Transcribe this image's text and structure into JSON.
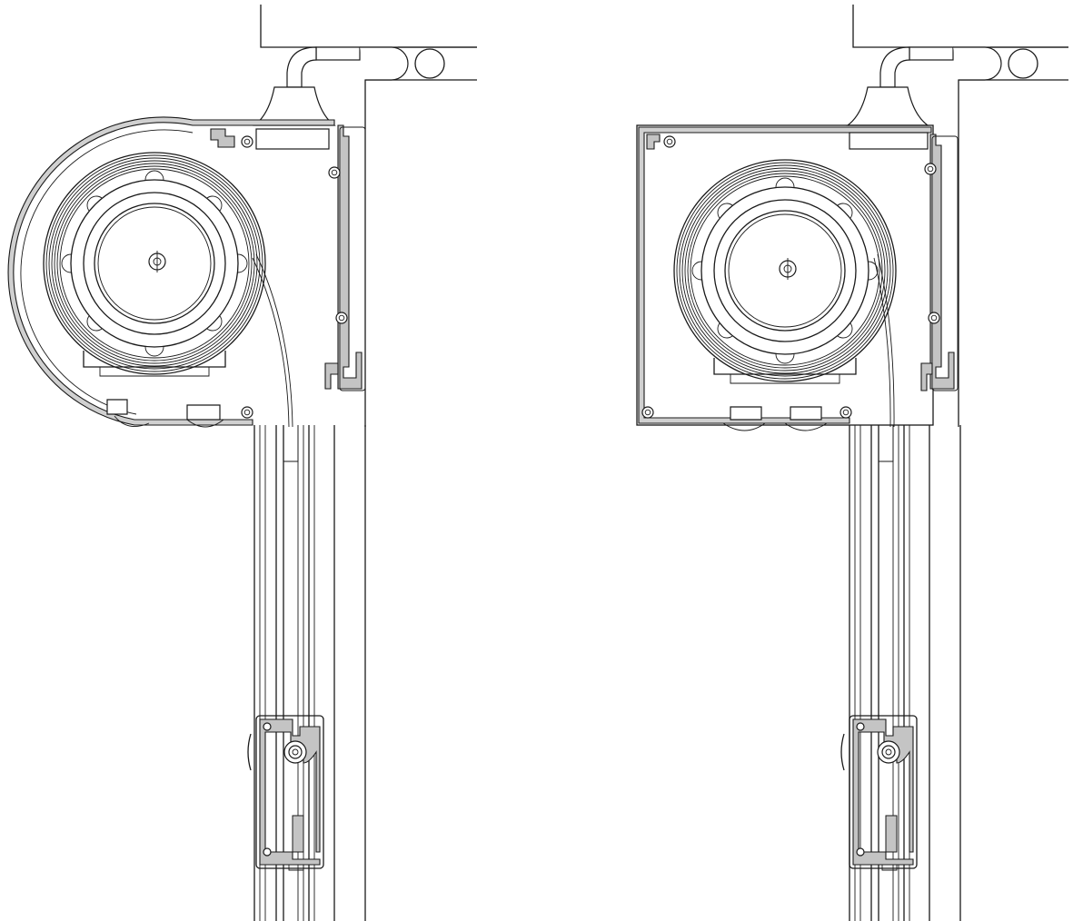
{
  "drawing": {
    "views": [
      {
        "id": "rounded-housing-view",
        "housing_shape": "rounded"
      },
      {
        "id": "square-housing-view",
        "housing_shape": "square"
      }
    ],
    "colors": {
      "line": "#1a1a1a",
      "profile_fill": "#c4c4c4",
      "background": "#ffffff"
    }
  }
}
